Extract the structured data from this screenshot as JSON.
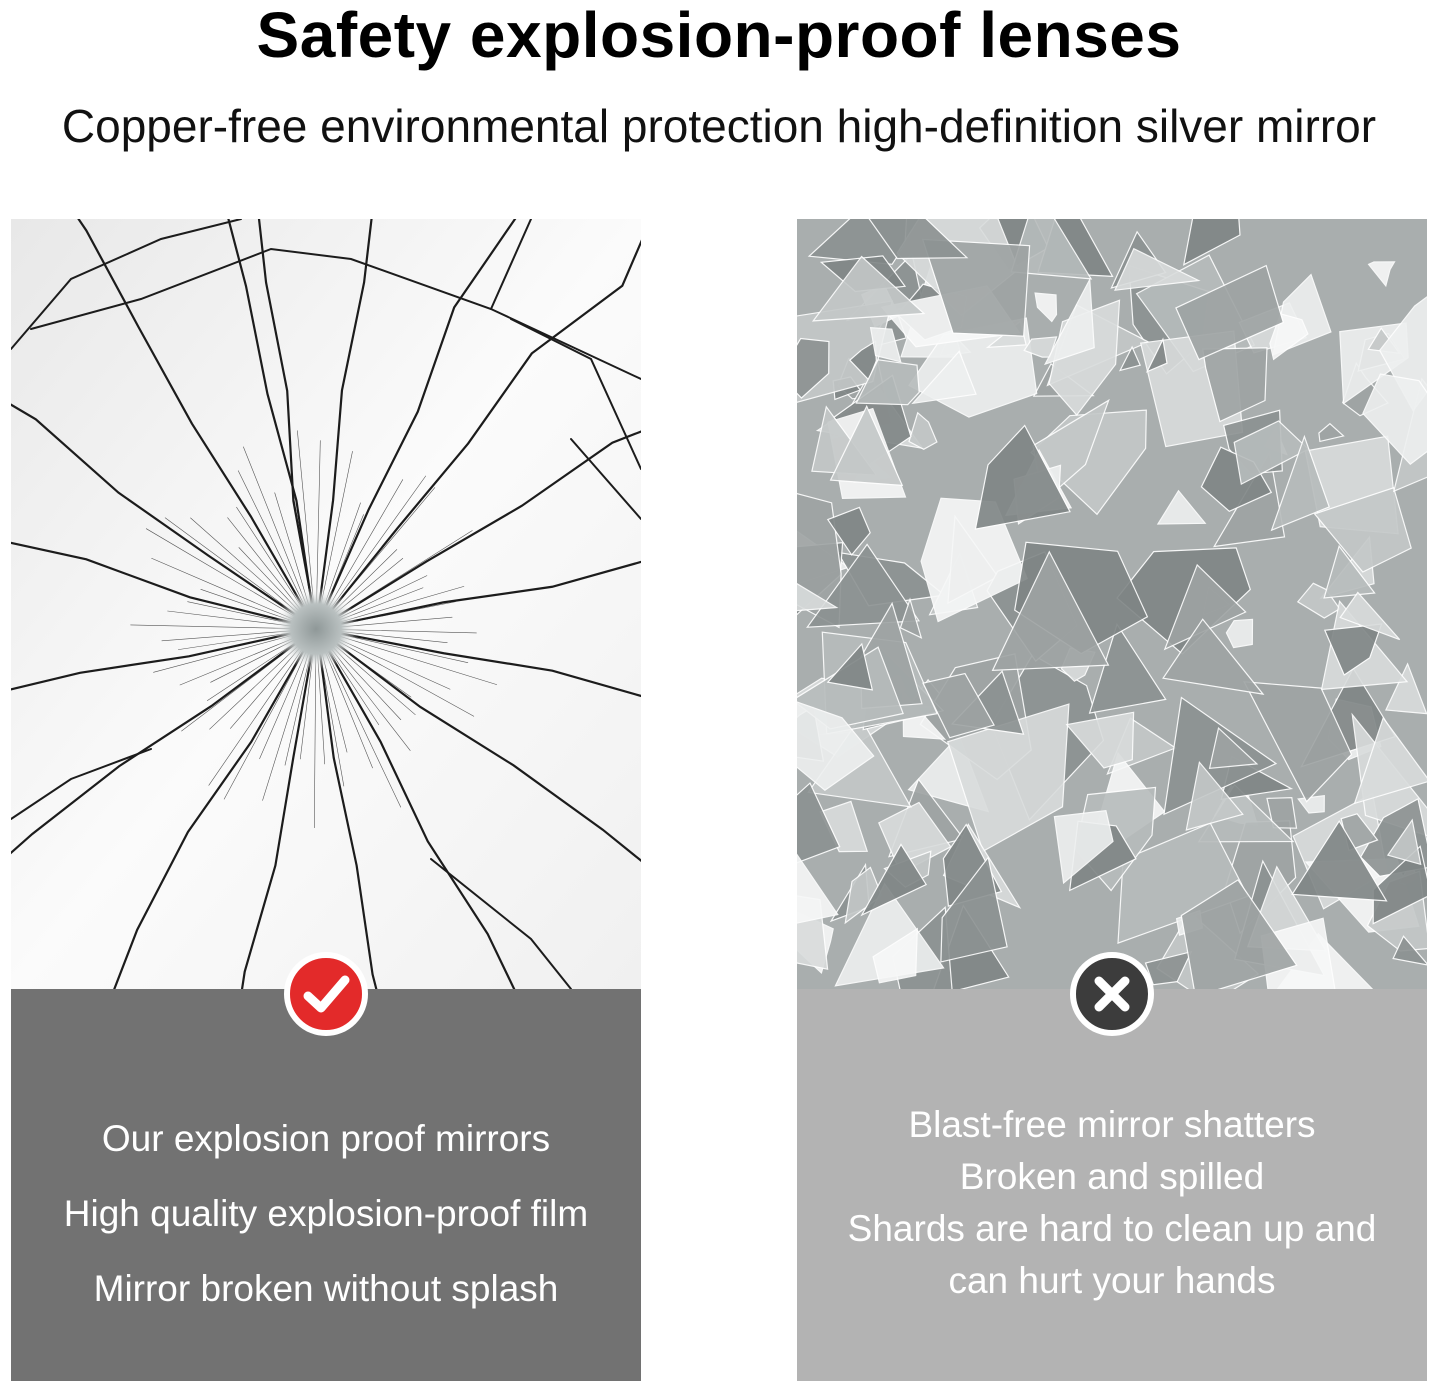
{
  "header": {
    "title": "Safety explosion-proof lenses",
    "subtitle": "Copper-free environmental protection high-definition silver mirror"
  },
  "left_panel": {
    "status_icon": "check-icon",
    "accent_color": "#e32a2a",
    "box_color": "#727272",
    "lines": [
      "Our explosion proof mirrors",
      "High quality explosion-proof film",
      "Mirror broken without splash"
    ]
  },
  "right_panel": {
    "status_icon": "x-icon",
    "accent_color": "#3c3c3c",
    "box_color": "#b3b3b3",
    "lines": [
      "Blast-free mirror shatters",
      "Broken and spilled",
      "Shards are hard to clean up and",
      "can hurt your hands"
    ]
  }
}
